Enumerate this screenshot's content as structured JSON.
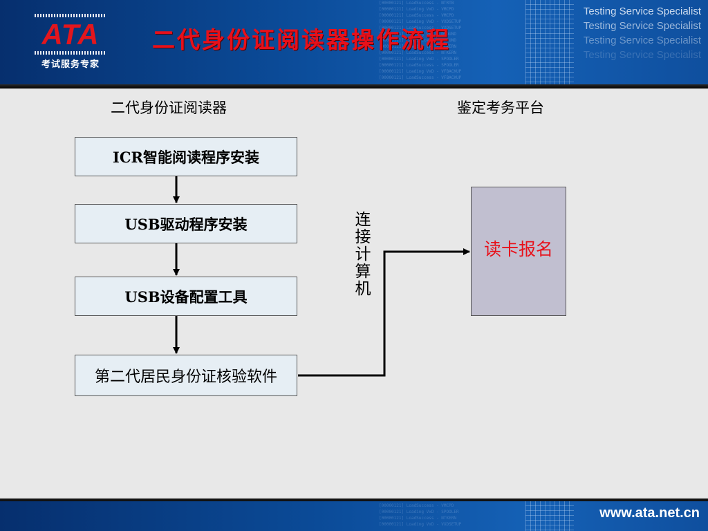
{
  "header": {
    "title": "二代身份证阅读器操作流程",
    "logo": {
      "wordmark": "ATA",
      "subtitle": "考试服务专家"
    },
    "taglines": [
      "Testing Service Specialist",
      "Testing Service Specialist",
      "Testing Service Specialist",
      "Testing Service Specialist"
    ],
    "colors": {
      "banner": "#0b4b98",
      "title": "#e8101a",
      "logo": "#e3161d"
    }
  },
  "diagram": {
    "left_heading": "二代身份证阅读器",
    "right_heading": "鉴定考务平台",
    "steps": [
      "ICR智能阅读程序安装",
      "USB驱动程序安装",
      "USB设备配置工具",
      "第二代居民身份证核验软件"
    ],
    "connector_label": "连接计算机",
    "target": "读卡报名",
    "colors": {
      "step_fill": "#e6eef4",
      "target_fill": "#c1bfd0",
      "target_text": "#e8101a"
    }
  },
  "footer": {
    "url": "www.ata.net.cn"
  }
}
